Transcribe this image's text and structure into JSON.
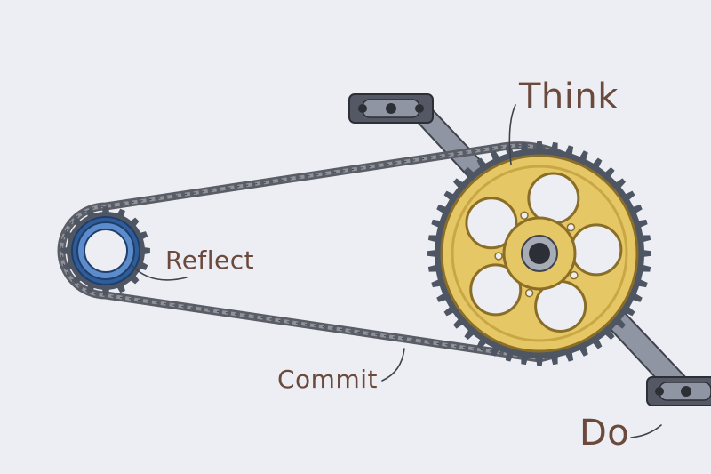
{
  "labels": {
    "think": "Think",
    "reflect": "Reflect",
    "commit": "Commit",
    "do": "Do"
  },
  "colors": {
    "background": "#eceef3",
    "chain": "#5a5d66",
    "chain_link": "#8e929b",
    "chainring": "#e6c766",
    "chainring_outline": "#8a6e28",
    "cog": "#2f5d9b",
    "cog_teeth": "#4e5563",
    "crank_arm": "#8f95a3",
    "pedal": "#545864",
    "label_text": "#6b4a3d"
  },
  "icons": {
    "chainring": "chainring-gear-icon",
    "cog": "rear-cog-icon",
    "crank": "crank-arm-icon",
    "pedal": "pedal-icon"
  }
}
